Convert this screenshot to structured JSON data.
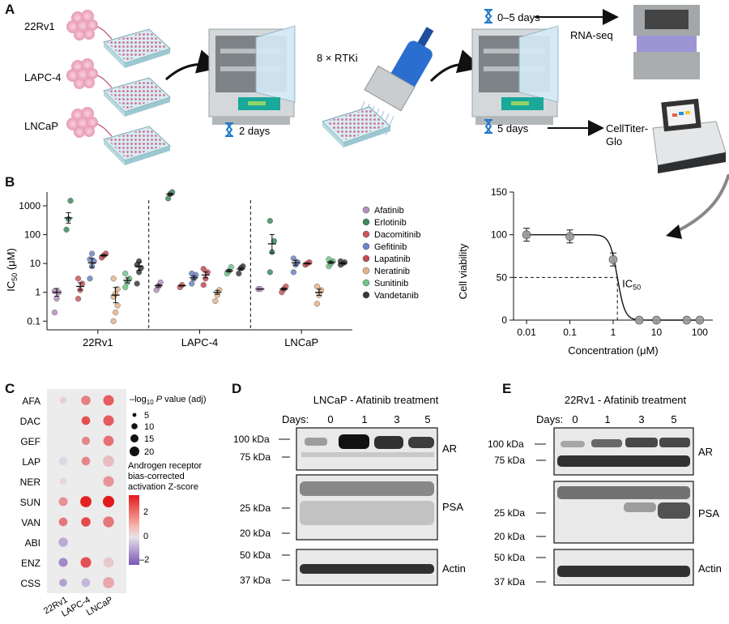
{
  "panels": {
    "A": {
      "letter": "A",
      "cell_lines": [
        "22Rv1",
        "LAPC-4",
        "LNCaP"
      ],
      "incubation_1": "2 days",
      "drug_label": "8 × RTKi",
      "time_rna": "0–5 days",
      "time_ctg": "5 days",
      "rna_label": "RNA-seq",
      "ctg_label_1": "CellTiter-",
      "ctg_label_2": "Glo",
      "colors": {
        "plate": "#e7b8cf",
        "incubator": "#cfd3d6",
        "door": "#cfe9f7",
        "teal": "#19a89a",
        "hourglass": "#1f78c8"
      }
    },
    "B": {
      "letter": "B"
    },
    "C": {
      "letter": "C",
      "pval_title_prefix": "–log",
      "pval_title_sub": "10",
      "pval_title_italic": "P",
      "pval_title_suffix": " value (adj)",
      "pval_sizes": [
        "5",
        "10",
        "15",
        "20"
      ],
      "z_title_lines": [
        "Androgen receptor",
        "bias-corrected",
        "activation Z-score"
      ],
      "z_ticks": [
        "2",
        "0",
        "–2"
      ],
      "rows": [
        "AFA",
        "DAC",
        "GEF",
        "LAP",
        "NER",
        "SUN",
        "VAN",
        "ABI",
        "ENZ",
        "CSS"
      ],
      "columns": [
        "22Rv1",
        "LAPC-4",
        "LNCaP"
      ],
      "z": [
        [
          0.3,
          1.5,
          2.0
        ],
        [
          null,
          2.2,
          2.0
        ],
        [
          null,
          1.4,
          1.7
        ],
        [
          -0.2,
          1.4,
          0.6
        ],
        [
          0.2,
          null,
          1.2
        ],
        [
          1.2,
          2.9,
          3.0
        ],
        [
          1.6,
          2.3,
          1.6
        ],
        [
          -1.0,
          null,
          null
        ],
        [
          -1.6,
          2.2,
          0.4
        ],
        [
          -1.2,
          -0.8,
          0.9
        ]
      ],
      "p": [
        [
          4,
          10,
          14
        ],
        [
          null,
          8,
          14
        ],
        [
          null,
          7,
          13
        ],
        [
          8,
          8,
          16
        ],
        [
          4,
          null,
          14
        ],
        [
          9,
          16,
          17
        ],
        [
          8,
          10,
          15
        ],
        [
          10,
          null,
          null
        ],
        [
          9,
          14,
          13
        ],
        [
          6,
          8,
          16
        ]
      ]
    },
    "D": {
      "letter": "D",
      "title": "LNCaP - Afatinib treatment",
      "days_label": "Days:",
      "days": [
        "0",
        "1",
        "3",
        "5"
      ],
      "markers": [
        "100 kDa",
        "75 kDa",
        "25 kDa",
        "20 kDa",
        "50 kDa",
        "37 kDa"
      ],
      "blots": [
        "AR",
        "PSA",
        "Actin"
      ]
    },
    "E": {
      "letter": "E",
      "title": "22Rv1 - Afatinib treatment",
      "days_label": "Days:",
      "days": [
        "0",
        "1",
        "3",
        "5"
      ],
      "markers": [
        "100 kDa",
        "75 kDa",
        "25 kDa",
        "20 kDa",
        "50 kDa",
        "37 kDa"
      ],
      "blots": [
        "AR",
        "PSA",
        "Actin"
      ]
    }
  },
  "chart_data": [
    {
      "type": "scatter",
      "ylabel_main": "IC",
      "ylabel_sub": "50",
      "ylabel_unit": " (μM)",
      "yscale": "log",
      "ylim": [
        0.05,
        3000
      ],
      "yticks": [
        "1000",
        "100",
        "10",
        "1",
        "0.1"
      ],
      "groups": [
        "22Rv1",
        "LAPC-4",
        "LNCaP"
      ],
      "legend_position": "right",
      "series": [
        {
          "name": "Afatinib",
          "color": "#b48fc0",
          "points": [
            [
              0.2,
              0.6,
              1.0,
              1.1
            ],
            [
              1.2,
              1.6,
              2.2
            ],
            [
              1.3,
              1.3
            ]
          ]
        },
        {
          "name": "Erlotinib",
          "color": "#3f8a5e",
          "points": [
            [
              150,
              350,
              1500
            ],
            [
              1800,
              2600,
              3000
            ],
            [
              5,
              25,
              60,
              300
            ]
          ]
        },
        {
          "name": "Dacomitinib",
          "color": "#c9585b",
          "points": [
            [
              0.6,
              1.2,
              2.0,
              3.0
            ],
            [
              1.5,
              1.8
            ],
            [
              1.0,
              1.3,
              1.6
            ]
          ]
        },
        {
          "name": "Gefitinib",
          "color": "#6f86c5",
          "points": [
            [
              3.0,
              8.0,
              12.0,
              14.0,
              22.0
            ],
            [
              2.0,
              3.0,
              4.0,
              4.5
            ],
            [
              5.0,
              9.0,
              11.0,
              15.0
            ]
          ]
        },
        {
          "name": "Lapatinib",
          "color": "#c24a54",
          "points": [
            [
              16,
              19,
              22
            ],
            [
              1.8,
              3.0,
              5.0,
              6.5
            ],
            [
              9,
              10,
              11
            ]
          ]
        },
        {
          "name": "Neratinib",
          "color": "#e3b48b",
          "points": [
            [
              0.1,
              0.2,
              0.35,
              0.7,
              0.9,
              1.3,
              3.0
            ],
            [
              0.5,
              0.8,
              1.2
            ],
            [
              0.4,
              0.8,
              1.2,
              1.6
            ]
          ]
        },
        {
          "name": "Sunitinib",
          "color": "#6fc48a",
          "points": [
            [
              1.5,
              2.2,
              3.0,
              4.5
            ],
            [
              4.5,
              5.5,
              7.5
            ],
            [
              8.0,
              10.0,
              12.0,
              14.0
            ]
          ]
        },
        {
          "name": "Vandetanib",
          "color": "#3a3a3a",
          "points": [
            [
              2.0,
              5.0,
              7.0,
              9.0,
              12.0
            ],
            [
              4.5,
              7.0,
              8.0
            ],
            [
              9.0,
              10.0,
              11.0,
              12.0
            ]
          ]
        }
      ],
      "means": [
        [
          1.0,
          1.7,
          1.3
        ],
        [
          380,
          2500,
          48
        ],
        [
          1.6,
          1.7,
          1.3
        ],
        [
          10.5,
          3.2,
          10.6
        ],
        [
          19,
          4.0,
          10
        ],
        [
          0.8,
          1.0,
          1.0
        ],
        [
          2.6,
          5.6,
          11
        ],
        [
          8.0,
          6.4,
          10.2
        ]
      ]
    },
    {
      "type": "line",
      "xlabel": "Concentration (μM)",
      "ylabel": "Cell viability",
      "xscale": "log",
      "xlim": [
        0.005,
        200
      ],
      "ylim": [
        0,
        150
      ],
      "xticks": [
        "0.01",
        "0.1",
        "1",
        "10",
        "100"
      ],
      "yticks": [
        "0",
        "50",
        "100",
        "150"
      ],
      "points": [
        [
          0.01,
          100
        ],
        [
          0.1,
          98
        ],
        [
          1,
          71
        ],
        [
          4,
          0
        ],
        [
          10,
          0
        ],
        [
          50,
          0
        ],
        [
          100,
          0
        ]
      ],
      "ic50": 1.25,
      "ic50_label": "IC",
      "ic50_sub": "50"
    }
  ]
}
